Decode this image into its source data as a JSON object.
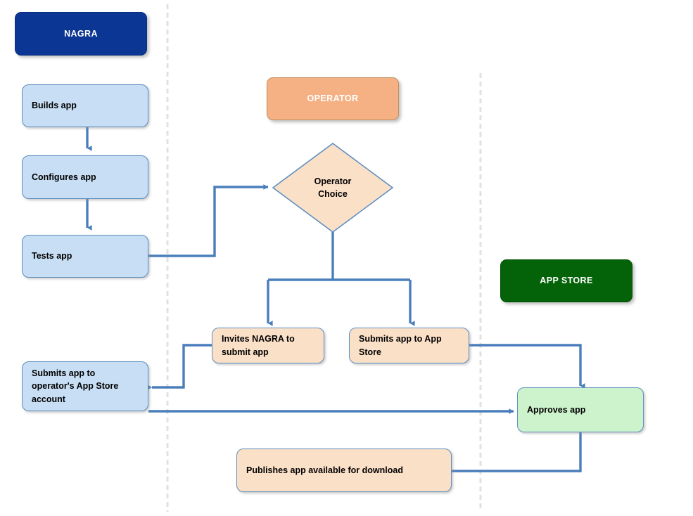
{
  "diagram": {
    "title": "NAGRA / Operator / App Store application publication flow",
    "type": "swimlane-flowchart",
    "colors": {
      "nagra_banner": "#0C3693",
      "operator_banner": "#F5B183",
      "appstore_banner": "#046308",
      "process_blue": "#C7DEF4",
      "process_peach": "#FBE0C8",
      "process_green": "#CDF3CC",
      "connector": "#4A7EBB",
      "border": "#5E8FC0",
      "lane_divider": "#E2E0DA",
      "background": "#FFFFFF"
    }
  },
  "lanes": [
    {
      "id": "nagra",
      "banner": "NAGRA"
    },
    {
      "id": "operator",
      "banner": "OPERATOR"
    },
    {
      "id": "appstore",
      "banner": "APP STORE"
    }
  ],
  "nodes": {
    "builds_app": "Builds app",
    "configures_app": "Configures app",
    "tests_app": "Tests app",
    "operator_choice": "Operator\nChoice",
    "operator_choice_line1": "Operator",
    "operator_choice_line2": "Choice",
    "invites_nagra": "Invites NAGRA to submit app",
    "submits_app_store": "Submits app to App Store",
    "submits_operator_account": "Submits app to operator's App Store account",
    "approves_app": "Approves app",
    "publishes_app": "Publishes app available for download"
  },
  "edges": [
    {
      "from": "builds_app",
      "to": "configures_app",
      "label": ""
    },
    {
      "from": "configures_app",
      "to": "tests_app",
      "label": ""
    },
    {
      "from": "tests_app",
      "to": "operator_choice",
      "label": ""
    },
    {
      "from": "operator_choice",
      "to": "invites_nagra",
      "label": ""
    },
    {
      "from": "operator_choice",
      "to": "submits_app_store",
      "label": ""
    },
    {
      "from": "invites_nagra",
      "to": "submits_operator_account",
      "label": ""
    },
    {
      "from": "submits_app_store",
      "to": "approves_app",
      "label": ""
    },
    {
      "from": "submits_operator_account",
      "to": "approves_app",
      "label": ""
    },
    {
      "from": "approves_app",
      "to": "publishes_app",
      "label": ""
    }
  ]
}
